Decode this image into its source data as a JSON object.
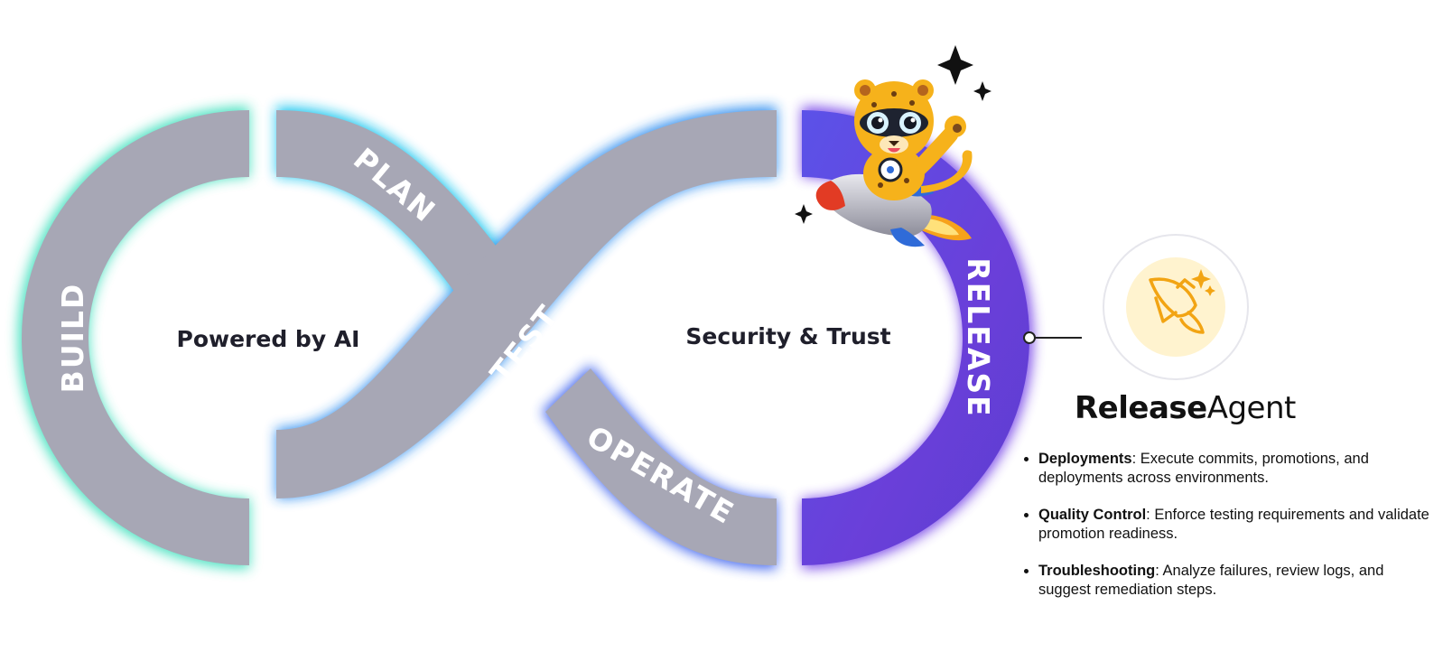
{
  "diagram": {
    "segments": {
      "build": "BUILD",
      "plan": "PLAN",
      "test": "TEST",
      "operate": "OPERATE",
      "release": "RELEASE"
    },
    "center_left": "Powered by AI",
    "center_right": "Security & Trust"
  },
  "agent": {
    "name_bold": "Release",
    "name_light": "Agent",
    "icon": "rocket-icon",
    "capabilities": [
      {
        "title": "Deployments",
        "text": ": Execute commits, promotions, and deployments across environments."
      },
      {
        "title": "Quality Control",
        "text": ": Enforce testing requirements and validate promotion readiness."
      },
      {
        "title": "Troubleshooting",
        "text": ": Analyze failures, review logs, and suggest remediation steps."
      }
    ]
  },
  "colors": {
    "segment_gray": "#a7a7b5",
    "glow_green": "#4fe0b0",
    "glow_cyan": "#1ec8ef",
    "glow_blue": "#2f66ee",
    "release_purple": "#6a3fd9",
    "icon_orange": "#f2a413",
    "icon_bg": "#fff3cf"
  }
}
